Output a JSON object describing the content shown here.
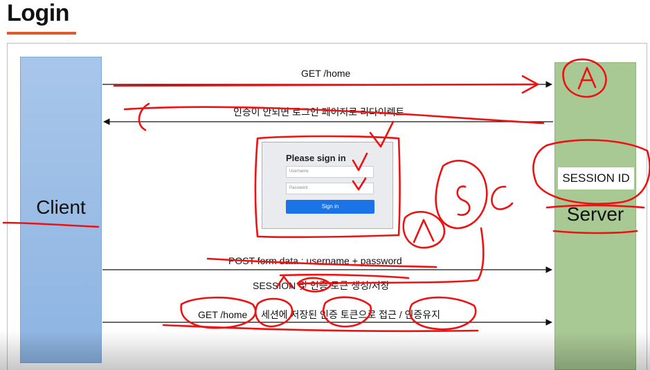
{
  "title": "Login",
  "diagram": {
    "client_label": "Client",
    "server_label": "Server",
    "session_box": "SESSION ID",
    "messages": {
      "get_home_1": "GET /home",
      "redirect": "인증이 안되면 로그인 페이지로 리다이렉트",
      "post_form": "POST  form data : username + password",
      "session_create": "SESSION 및 인증 토큰 생성/저장",
      "get_home_2": "GET /home",
      "session_access": "세션에 저장된 인증 토큰으로 접근 / 인증유지"
    },
    "login_form": {
      "heading": "Please sign in",
      "username_placeholder": "Username",
      "password_placeholder": "Password",
      "button_label": "Sign in"
    },
    "annotation_colors": {
      "pen": "#ee1111",
      "arrow": "#111111"
    }
  }
}
